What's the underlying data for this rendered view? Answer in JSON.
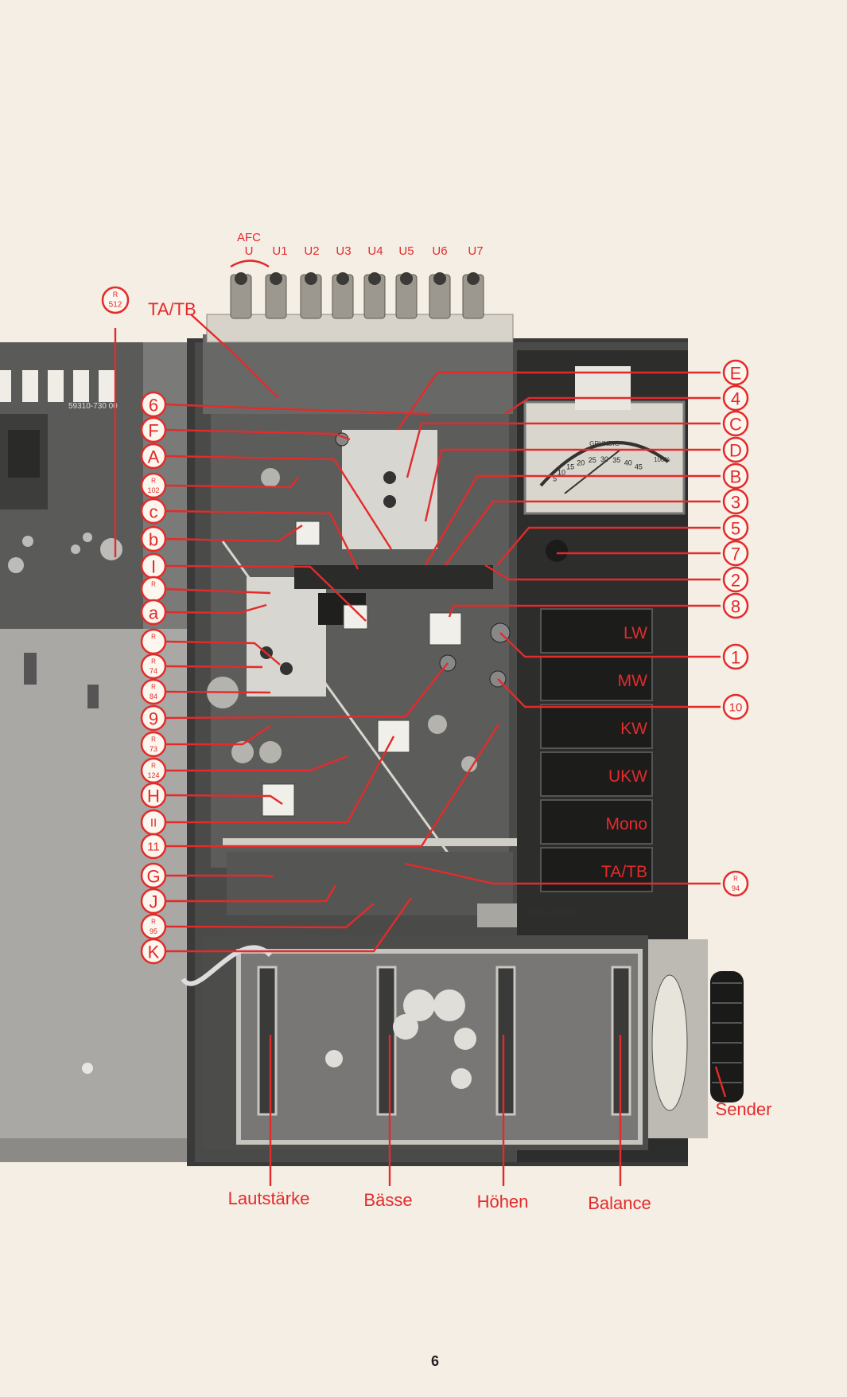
{
  "top_labels": {
    "afc": "AFC",
    "sockets": [
      "U",
      "U1",
      "U2",
      "U3",
      "U4",
      "U5",
      "U6",
      "U7"
    ],
    "ta_tb": "TA/TB"
  },
  "resistor_r512": {
    "r": "R",
    "num": "512"
  },
  "left_callouts": [
    {
      "type": "number",
      "text": "6"
    },
    {
      "type": "letter",
      "text": "F"
    },
    {
      "type": "letter",
      "text": "A"
    },
    {
      "type": "resistor",
      "r": "R",
      "num": "102"
    },
    {
      "type": "letter",
      "text": "c"
    },
    {
      "type": "letter",
      "text": "b"
    },
    {
      "type": "letter",
      "text": "I"
    },
    {
      "type": "resistor",
      "r": "R",
      "num": ""
    },
    {
      "type": "letter",
      "text": "a"
    },
    {
      "type": "resistor",
      "r": "R",
      "num": ""
    },
    {
      "type": "resistor",
      "r": "R",
      "num": "74"
    },
    {
      "type": "resistor",
      "r": "R",
      "num": "84"
    },
    {
      "type": "number",
      "text": "9"
    },
    {
      "type": "resistor",
      "r": "R",
      "num": "73"
    },
    {
      "type": "resistor",
      "r": "R",
      "num": "124"
    },
    {
      "type": "letter",
      "text": "H"
    },
    {
      "type": "letter",
      "text": "II"
    },
    {
      "type": "number",
      "text": "11"
    },
    {
      "type": "letter",
      "text": "G"
    },
    {
      "type": "letter",
      "text": "J"
    },
    {
      "type": "resistor",
      "r": "R",
      "num": "95"
    },
    {
      "type": "letter",
      "text": "K"
    }
  ],
  "right_callouts": [
    {
      "type": "letter",
      "text": "E"
    },
    {
      "type": "number",
      "text": "4"
    },
    {
      "type": "letter",
      "text": "C"
    },
    {
      "type": "letter",
      "text": "D"
    },
    {
      "type": "letter",
      "text": "B"
    },
    {
      "type": "number",
      "text": "3"
    },
    {
      "type": "number",
      "text": "5"
    },
    {
      "type": "number",
      "text": "7"
    },
    {
      "type": "number",
      "text": "2"
    },
    {
      "type": "number",
      "text": "8"
    },
    {
      "type": "number",
      "text": "1"
    },
    {
      "type": "number",
      "text": "10"
    },
    {
      "type": "resistor",
      "r": "R",
      "num": "94"
    }
  ],
  "buttons": [
    "LW",
    "MW",
    "KW",
    "UKW",
    "Mono",
    "TA/TB"
  ],
  "bottom_labels": {
    "lautstaerke": "Lautstärke",
    "baesse": "Bässe",
    "hoehen": "Höhen",
    "balance": "Balance",
    "sender": "Sender"
  },
  "meter": {
    "brand": "GRUNDIG",
    "scale": [
      "5",
      "10",
      "15",
      "20",
      "25",
      "30",
      "35",
      "40",
      "45"
    ],
    "percent": "100%"
  },
  "board_codes": {
    "left": "59310-730 00",
    "right": "59310-603 00"
  },
  "page_number": "6",
  "colors": {
    "accent": "#e32b2b",
    "paper": "#f4eee4",
    "chassis": "#3a3a3a"
  }
}
